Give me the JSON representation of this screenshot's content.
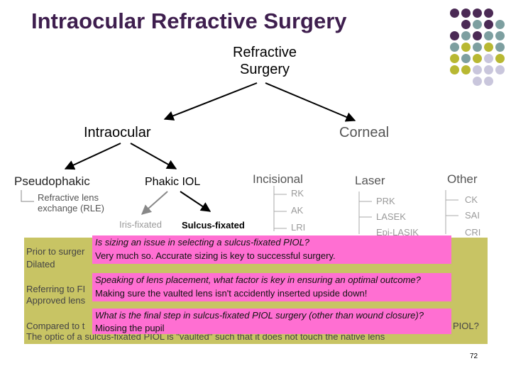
{
  "title": "Intraocular Refractive Surgery",
  "tree": {
    "root": "Refractive Surgery",
    "intraocular": "Intraocular",
    "corneal": "Corneal",
    "pseudophakic": "Pseudophakic",
    "phakic_iol": "Phakic IOL",
    "rle": "Refractive lens exchange (RLE)",
    "iris_fixated": "Iris-fixated",
    "sulcus_fixated": "Sulcus-fixated",
    "incisional": "Incisional",
    "laser": "Laser",
    "other": "Other",
    "incisional_items": [
      "RK",
      "AK",
      "LRI"
    ],
    "laser_items": [
      "PRK",
      "LASEK",
      "Epi-LASIK"
    ],
    "other_items": [
      "CK",
      "SAI",
      "CRI"
    ]
  },
  "background_lines": {
    "line1a": "Prior to surger",
    "line1b": "Dilated",
    "line2a": "Referring to FI",
    "line2b": "Approved lens",
    "line3a": "Compared to t",
    "line3b": "PIOL?",
    "line3c": "The optic of a sulcus-fixated PIOL is \"vaulted\" such that it does not touch the native lens"
  },
  "qa": [
    {
      "q": "Is sizing an issue in selecting a sulcus-fixated PIOL?",
      "a": "Very much so. Accurate sizing is key to successful surgery."
    },
    {
      "q": "Speaking of lens placement, what factor is key in ensuring an optimal outcome?",
      "a": "Making sure the vaulted lens isn't accidently inserted upside down!"
    },
    {
      "q": "What is the final step in sulcus-fixated PIOL surgery (other than wound closure)?",
      "a": "Miosing the pupil"
    }
  ],
  "page_number": "72",
  "colors": {
    "title": "#3e1e4e",
    "olive": "#c8c464",
    "pink": "#ff6fd2",
    "purple": "#4b2a55",
    "teal": "#7d9fa0",
    "yellow": "#b8b832",
    "lavender": "#c9c6dc"
  }
}
